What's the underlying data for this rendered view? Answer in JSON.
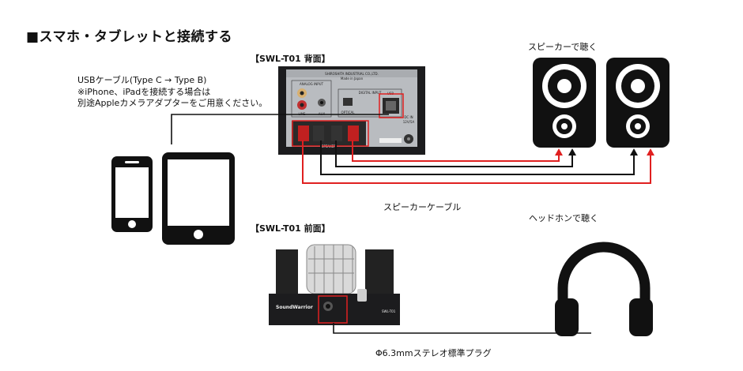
{
  "title": "■スマホ・タブレットと接続する",
  "labels": {
    "rear_panel": "【SWL-T01 背面】",
    "front_panel": "【SWL-T01 前面】",
    "speaker_listen": "スピーカーで聴く",
    "headphone_listen": "ヘッドホンで聴く",
    "speaker_cable": "スピーカーケーブル",
    "plug": "Φ6.3mmステレオ標準プラグ"
  },
  "usb_note": {
    "line1": "USBケーブル(Type C → Type B)",
    "line2": "※iPhone、iPadを接続する場合は",
    "line3": "別途Appleカメラアダプターをご用意ください。"
  },
  "rear_device": {
    "brand": "SHIROSHITA INDUSTRIAL CO.,LTD.",
    "made_in": "Made in Japan",
    "analog_input": "ANALOG INPUT",
    "digital_input": "DIGITAL INPUT",
    "usb": "USB",
    "line": "LINE",
    "aux": "AUX",
    "optical": "OPTICAL",
    "speaker": "SPEAKER",
    "dc_in": "DC IN",
    "dc_volt": "12V/5A"
  },
  "front_device": {
    "brand": "SoundWarrior",
    "model": "SWL-T01"
  },
  "colors": {
    "cable_red": "#e02020",
    "cable_black": "#111111",
    "device_body": "#1c1c1e",
    "panel_silver": "#b9bcc0"
  }
}
